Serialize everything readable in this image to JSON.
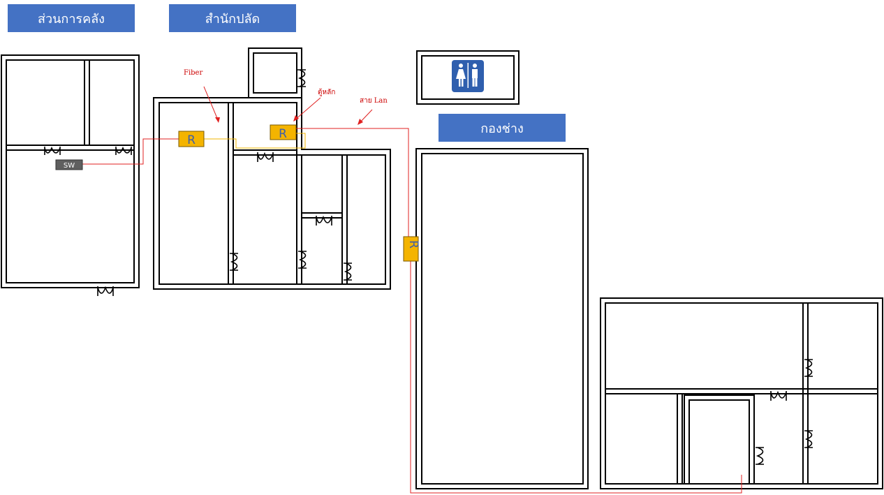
{
  "headers": {
    "treasury": "ส่วนการคลัง",
    "clerk_office": "สำนักปลัด",
    "engineering": "กองช่าง"
  },
  "devices": {
    "router_label": "R",
    "switch_label": "SW"
  },
  "annotations": {
    "fiber": "Fiber",
    "main_cabinet": "ตู้หลัก",
    "lan_cable": "สาย Lan"
  },
  "icons": {
    "restroom": "restroom-icon"
  },
  "colors": {
    "header_bg": "#4472c4",
    "router_fill": "#f4b400",
    "lan_cable": "#e02020",
    "fiber_cable": "#f0b400",
    "switch_fill": "#5f5f5f"
  }
}
